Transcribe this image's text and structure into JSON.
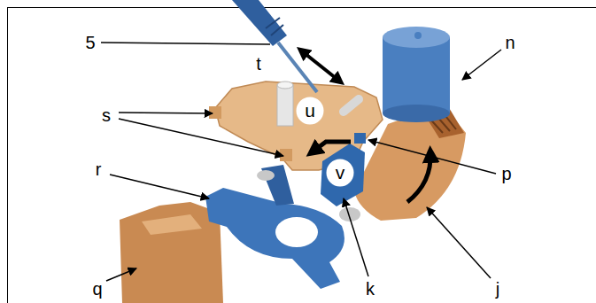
{
  "diagram": {
    "nodes": [
      {
        "text": [
          "u"
        ]
      },
      {
        "text": [
          "v"
        ]
      }
    ],
    "labels": [
      "5",
      "t",
      "n",
      "s",
      "r",
      "p",
      "j",
      "q",
      "k"
    ]
  }
}
